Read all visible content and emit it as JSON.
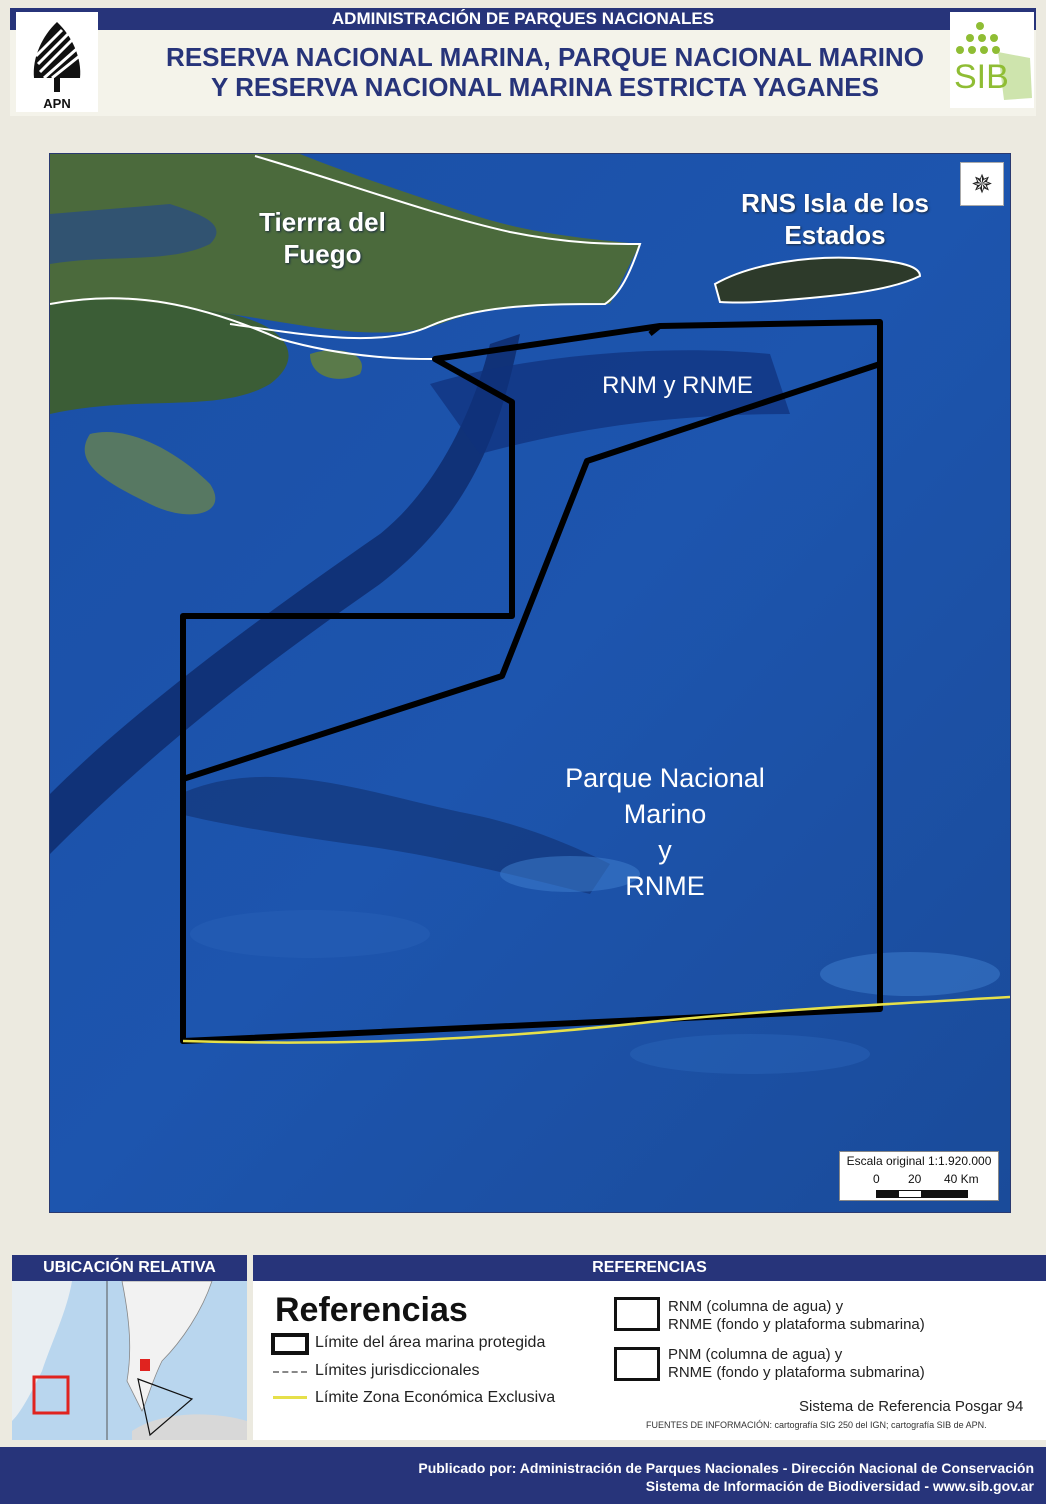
{
  "header": {
    "agency": "ADMINISTRACIÓN DE PARQUES NACIONALES",
    "title_line1": "RESERVA NACIONAL MARINA, PARQUE NACIONAL MARINO",
    "title_line2": "Y RESERVA NACIONAL MARINA ESTRICTA YAGANES",
    "left_logo_text": "APN",
    "right_logo_text": "SIB"
  },
  "map": {
    "labels": {
      "tierra_del_fuego_1": "Tierrra del",
      "tierra_del_fuego_2": "Fuego",
      "rns_1": "RNS Isla de los",
      "rns_2": "Estados",
      "rnm": "RNM y RNME",
      "pnm_1": "Parque Nacional",
      "pnm_2": "Marino",
      "pnm_3": "y",
      "pnm_4": "RNME"
    },
    "compass_icon": "compass-rose-icon",
    "scale": {
      "title": "Escala original 1:1.920.000",
      "tick_0": "0",
      "tick_20": "20",
      "tick_40": "40 Km"
    },
    "colors": {
      "ocean": "#1d4fa0",
      "boundary": "#000000",
      "eez_line": "#e6e04a",
      "jurisdiction_line": "#ffffff"
    }
  },
  "location_panel": {
    "title": "UBICACIÓN RELATIVA"
  },
  "references": {
    "header": "REFERENCIAS",
    "title": "Referencias",
    "items": {
      "limit": "Límite del área marina protegida",
      "jurisdiction": "Límites jurisdiccionales",
      "eez": "Límite Zona Económica Exclusiva"
    },
    "zones": {
      "rnm_line1": "RNM (columna de agua)  y",
      "rnm_line2": "RNME (fondo y plataforma submarina)",
      "pnm_line1": "PNM (columna de agua)  y",
      "pnm_line2": "RNME (fondo y plataforma submarina)"
    },
    "reference_system": "Sistema de Referencia Posgar 94",
    "sources": "FUENTES DE INFORMACIÓN: cartografía SIG 250 del IGN; cartografía SIB de APN."
  },
  "footer": {
    "line1": "Publicado por: Administración de Parques Nacionales - Dirección Nacional de Conservación",
    "line2": "Sistema de Información de Biodiversidad - www.sib.gov.ar"
  }
}
